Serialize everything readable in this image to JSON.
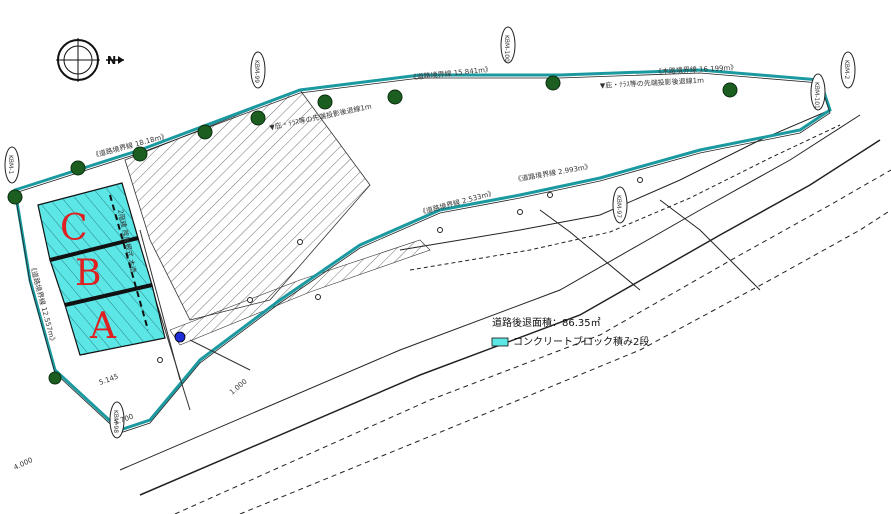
{
  "compass": {
    "north_label": "N"
  },
  "lots": [
    {
      "id": "C",
      "label": "C"
    },
    {
      "id": "B",
      "label": "B"
    },
    {
      "id": "A",
      "label": "A"
    }
  ],
  "lot_side_label": "2階建 陸屋根式 木造",
  "boundary_labels": [
    "《木路境界線 16.199m》",
    "《道路境界線 15.841m》",
    "《道路境界線 18.18m》",
    "《道路境界線 2.993m》",
    "《道路境界線 2.533m》",
    "《道路境界線 12.557m》",
    "▼庇・ﾃﾗｽ等の先端投影後退線1m",
    "▼庇・ﾃﾗｽ等の先端投影後退線1m"
  ],
  "markers": [
    "KBM-99",
    "KBM-100",
    "KBM-1",
    "KBM-2",
    "KBM-98",
    "KBM-97",
    "KBM-101"
  ],
  "dimension_labels": [
    "5.145",
    "1.700",
    "4.000",
    "1.000"
  ],
  "legend": {
    "area_text": "道路後退面積：86.35㎡",
    "swatch_color": "#5ce6e6",
    "swatch_label": "コンクリートブロック積み2段"
  },
  "colors": {
    "boundary": "#1a9aa0",
    "lot_fill": "#5ce6e6",
    "lot_letter": "#e02020",
    "tree": "#1b5e20"
  }
}
